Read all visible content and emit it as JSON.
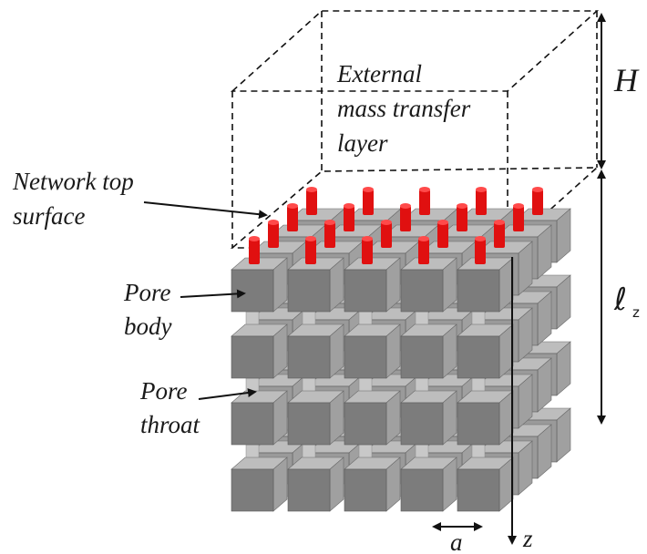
{
  "labels": {
    "external_line1": "External",
    "external_line2": "mass transfer",
    "external_line3": "layer",
    "top_surface_line1": "Network top",
    "top_surface_line2": "surface",
    "pore_body_line1": "Pore",
    "pore_body_line2": "body",
    "pore_throat_line1": "Pore",
    "pore_throat_line2": "throat",
    "height": "H",
    "length_symbol": "ℓ",
    "length_subscript": "z",
    "axis_z": "z",
    "spacing": "a"
  },
  "colors": {
    "front_face": "#7c7c7c",
    "top_face": "#bdbdbd",
    "side_face": "#a0a0a0",
    "throat": "#c8c8c8",
    "outlet": "#e01010",
    "outlet_top": "#ff4a4a",
    "line": "#111111"
  },
  "lattice": {
    "columns": 5,
    "rows": 4,
    "depth": 4
  }
}
